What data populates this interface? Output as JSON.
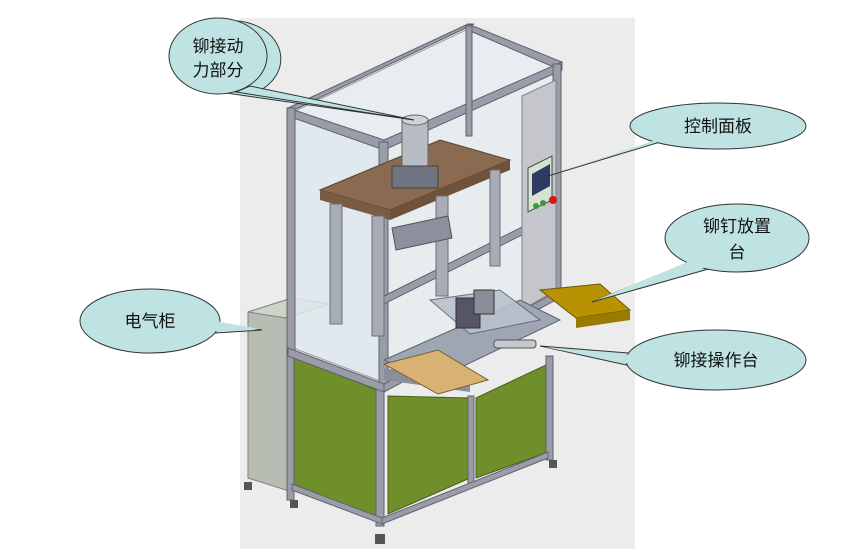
{
  "callouts": {
    "riveting_power": {
      "line1": "铆接动",
      "line2": "力部分"
    },
    "control_panel": {
      "text": "控制面板"
    },
    "rivet_tray": {
      "line1": "铆钉放置",
      "line2": "台"
    },
    "electrical_cabinet": {
      "text": "电气柜"
    },
    "riveting_table": {
      "text": "铆接操作台"
    }
  },
  "colors": {
    "callout_fill": "#bfe3e2",
    "callout_stroke": "#333333",
    "frame": "#9a9ca8",
    "cabinet_green": "#6f8f2a",
    "plate_brown": "#8a6a50",
    "tray_tan": "#d9b273",
    "tray_gold": "#b89200",
    "glass": "#dfe9ee",
    "background_panel": "#ececec"
  }
}
